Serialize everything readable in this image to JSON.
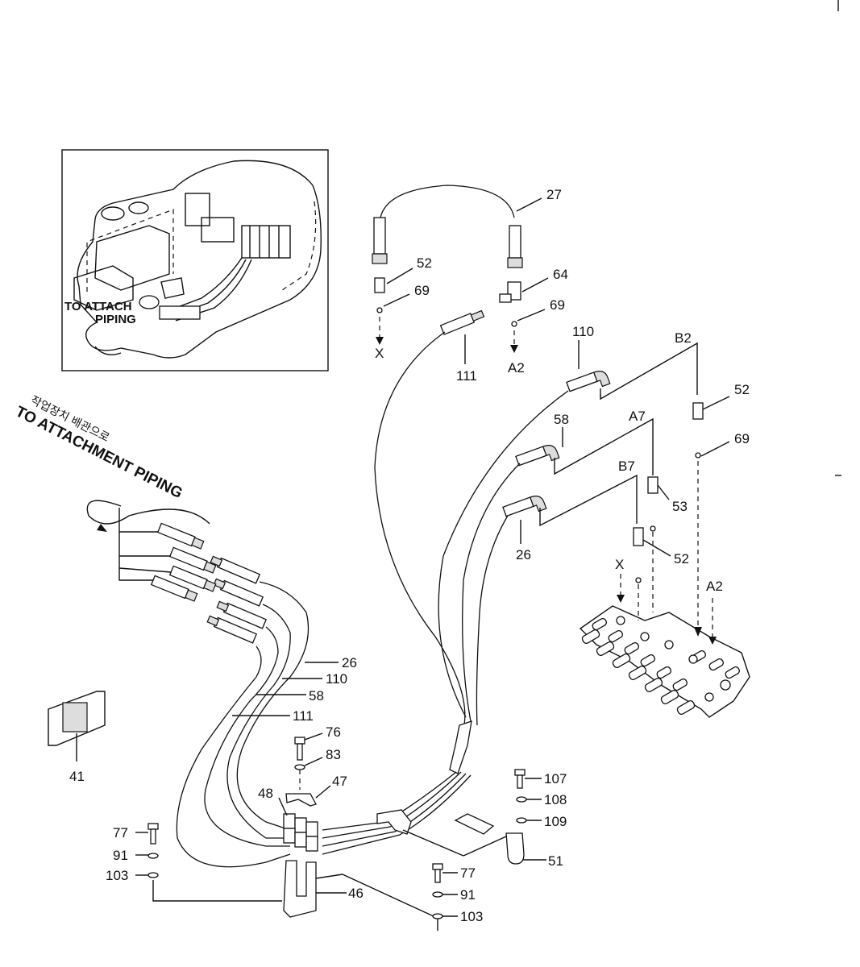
{
  "inset": {
    "label_line1": "TO ATTACH",
    "label_line2": "PIPING"
  },
  "side_title": {
    "korean": "작업장치  배관으로",
    "english": "TO ATTACHMENT PIPING"
  },
  "ports": {
    "X_top": "X",
    "A2_top": "A2",
    "B2": "B2",
    "A7": "A7",
    "B7": "B7",
    "X_valve": "X",
    "A2_valve": "A2"
  },
  "callouts": {
    "c27": "27",
    "c52a": "52",
    "c69a": "69",
    "c64": "64",
    "c69b": "69",
    "c111a": "111",
    "c110a": "110",
    "c52b": "52",
    "c69c": "69",
    "c58a": "58",
    "c53": "53",
    "c52c": "52",
    "c26a": "26",
    "c26b": "26",
    "c110b": "110",
    "c58b": "58",
    "c111b": "111",
    "c41": "41",
    "c76": "76",
    "c83": "83",
    "c47": "47",
    "c48": "48",
    "c77a": "77",
    "c91a": "91",
    "c103a": "103",
    "c46": "46",
    "c77b": "77",
    "c91b": "91",
    "c103b": "103",
    "c107": "107",
    "c108": "108",
    "c109": "109",
    "c51": "51"
  }
}
